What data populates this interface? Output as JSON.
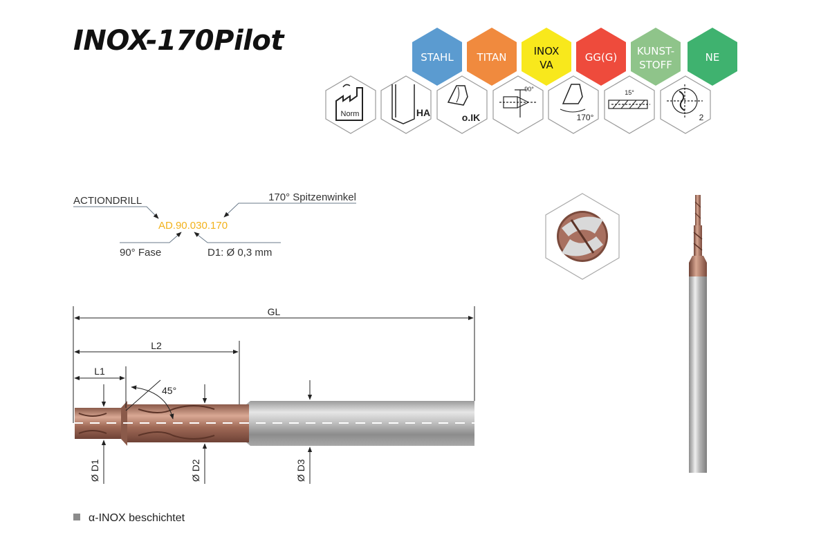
{
  "title": "INOX-170Pilot",
  "materials": [
    {
      "key": "stahl",
      "lines": [
        "STAHL"
      ],
      "color": "#5b9bd0"
    },
    {
      "key": "titan",
      "lines": [
        "TITAN"
      ],
      "color": "#f08a3e"
    },
    {
      "key": "inox",
      "lines": [
        "INOX",
        "VA"
      ],
      "color": "#f8e81c"
    },
    {
      "key": "gg",
      "lines": [
        "GG(G)"
      ],
      "color": "#ee4b3c"
    },
    {
      "key": "kunststoff",
      "lines": [
        "KUNST-",
        "STOFF"
      ],
      "color": "#8fc48a"
    },
    {
      "key": "ne",
      "lines": [
        "NE"
      ],
      "color": "#3fb26f"
    }
  ],
  "property_icons": [
    {
      "icon": "factory-icon",
      "label": "Norm"
    },
    {
      "icon": "shank-ha-icon",
      "label": "HA"
    },
    {
      "icon": "no-internal-coolant-icon",
      "label": "o.IK"
    },
    {
      "icon": "chamfer-90-icon",
      "label": "90°"
    },
    {
      "icon": "point-angle-icon",
      "label": "170°"
    },
    {
      "icon": "helix-angle-icon",
      "label": "15°"
    },
    {
      "icon": "two-flute-icon",
      "label": "2"
    }
  ],
  "code_annotation": {
    "brand": "ACTIONDRILL",
    "code": "AD.90.030.170",
    "point_angle": "170° Spitzenwinkel",
    "chamfer": "90° Fase",
    "diameter": "D1: Ø 0,3 mm"
  },
  "dimensions": {
    "gl": "GL",
    "l2": "L2",
    "l1": "L1",
    "angle": "45°",
    "d1": "Ø D1",
    "d2": "Ø D2",
    "d3": "Ø D3"
  },
  "footer": "α-INOX beschichtet",
  "colors": {
    "copper": "#b07c68",
    "coating_dark": "#7a4a3c",
    "shank": "#c8c8c8",
    "code": "#f2b21b"
  }
}
